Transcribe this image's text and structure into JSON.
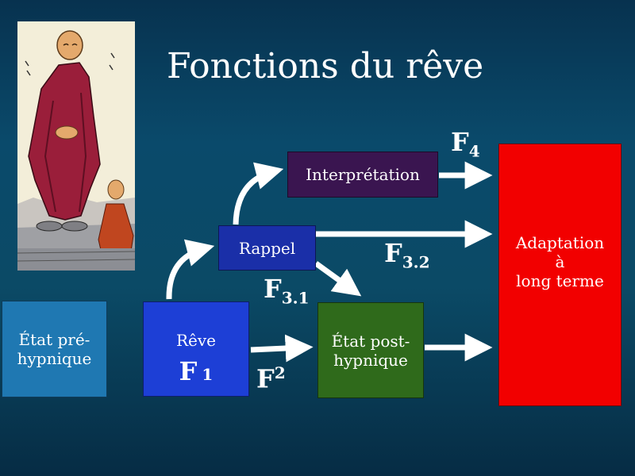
{
  "title": "Fonctions du rêve",
  "boxes": {
    "etat_pre": {
      "line1": "État pré-",
      "line2": "hypnique",
      "color": "#1f78b2"
    },
    "reve": {
      "label": "Rêve",
      "color": "#1d3fd6"
    },
    "rappel": {
      "label": "Rappel",
      "color": "#1a2fa8"
    },
    "interpretation": {
      "label": "Interprétation",
      "color": "#3a1550"
    },
    "etat_post": {
      "line1": "État post-",
      "line2": "hypnique",
      "color": "#2f6a1b"
    },
    "adaptation": {
      "line1": "Adaptation",
      "line2": "à",
      "line3": "long terme",
      "color": "#f20000"
    }
  },
  "functions": {
    "f1": {
      "main": "F",
      "sub": "1"
    },
    "f2": {
      "main": "F",
      "sub": "2"
    },
    "f31": {
      "main": "F",
      "sub": "3.1"
    },
    "f32": {
      "main": "F",
      "sub": "3.2"
    },
    "f4": {
      "main": "F",
      "sub": "4"
    }
  },
  "illustration": {
    "icon": "monk-illustration-icon"
  }
}
